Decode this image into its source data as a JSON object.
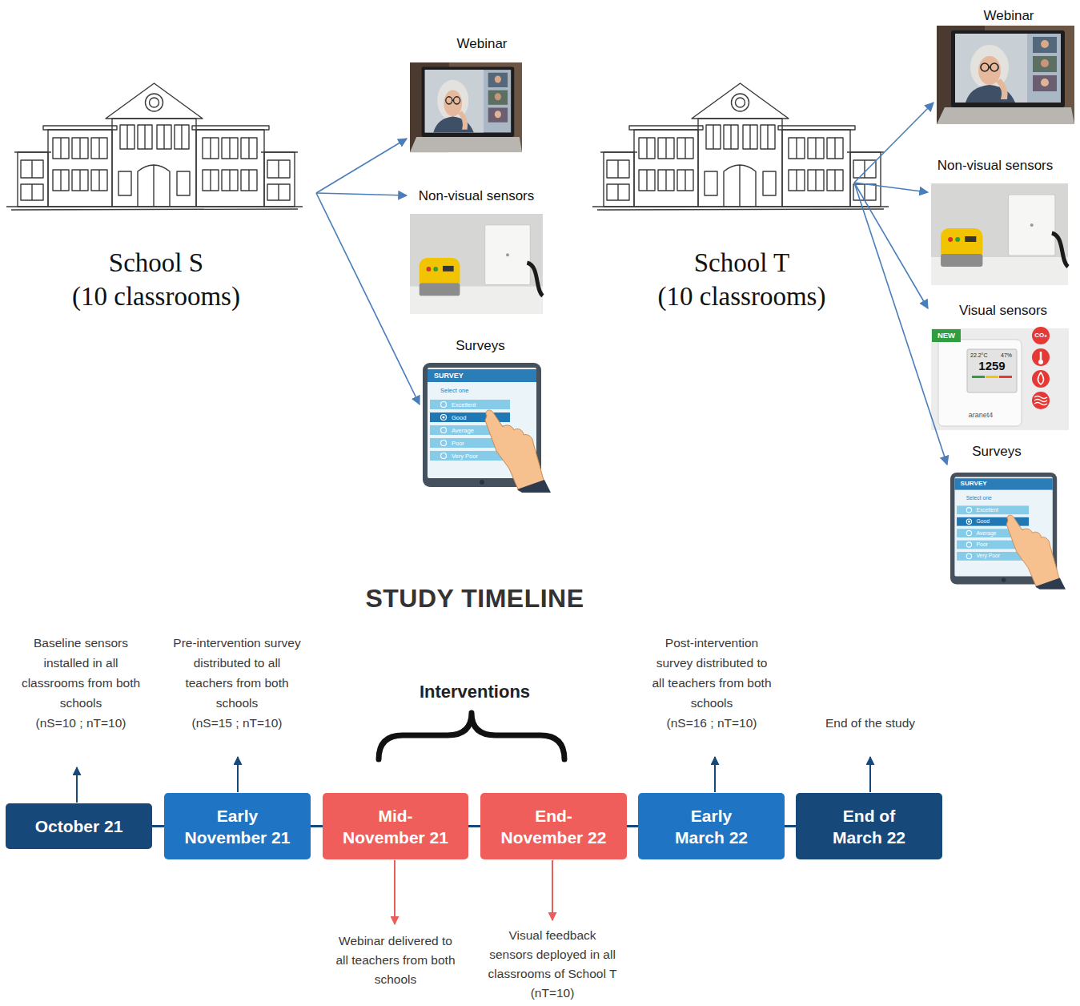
{
  "diagram": {
    "title": "STUDY TIMELINE",
    "nodes": [
      {
        "text": [
          "School S",
          "(10 classrooms)"
        ]
      },
      {
        "text": [
          "Webinar"
        ]
      },
      {
        "text": [
          "Non-visual sensors"
        ]
      },
      {
        "text": [
          "Surveys"
        ]
      },
      {
        "text": [
          "School T",
          "(10 classrooms)"
        ]
      },
      {
        "text": [
          "Webinar"
        ]
      },
      {
        "text": [
          "Non-visual sensors"
        ]
      },
      {
        "text": [
          "Visual sensors"
        ]
      },
      {
        "text": [
          "Surveys"
        ]
      },
      {
        "text": [
          "October 21"
        ]
      },
      {
        "text": [
          "Early November 21"
        ]
      },
      {
        "text": [
          "Mid-November 21"
        ]
      },
      {
        "text": [
          "End-November 22"
        ]
      },
      {
        "text": [
          "Early March 22"
        ]
      },
      {
        "text": [
          "End of March 22"
        ]
      }
    ],
    "edges": [
      {
        "from": 0,
        "to": 1,
        "arrow": "to"
      },
      {
        "from": 0,
        "to": 2,
        "arrow": "to"
      },
      {
        "from": 0,
        "to": 3,
        "arrow": "to"
      },
      {
        "from": 4,
        "to": 5,
        "arrow": "to"
      },
      {
        "from": 4,
        "to": 6,
        "arrow": "to"
      },
      {
        "from": 4,
        "to": 7,
        "arrow": "to"
      },
      {
        "from": 4,
        "to": 8,
        "arrow": "to"
      },
      {
        "from": 9,
        "to": 10,
        "arrow": "none"
      },
      {
        "from": 10,
        "to": 11,
        "arrow": "none"
      },
      {
        "from": 11,
        "to": 12,
        "arrow": "none"
      },
      {
        "from": 12,
        "to": 13,
        "arrow": "none"
      },
      {
        "from": 13,
        "to": 14,
        "arrow": "none"
      }
    ],
    "labels": [
      "Baseline sensors installed in all classrooms from both schools",
      "(nS=10 ; nT=10)",
      "Pre-intervention survey distributed to all teachers from both schools",
      "(nS=15 ; nT=10)",
      "Interventions",
      "Post-intervention survey distributed to all teachers from both schools",
      "(nS=16 ; nT=10)",
      "End of the study",
      "Webinar delivered to all teachers from both schools",
      "Visual feedback sensors deployed in all classrooms of School T",
      "(nT=10)",
      "SURVEY",
      "Select one",
      "Excellent",
      "Good",
      "Average",
      "Poor",
      "Very Poor",
      "SURVEY",
      "Select one",
      "Excellent",
      "Good",
      "Average",
      "Poor",
      "Very Poor",
      "NEW",
      "CO₂",
      "22.2°C",
      "47%",
      "1259",
      "aranet4"
    ]
  }
}
